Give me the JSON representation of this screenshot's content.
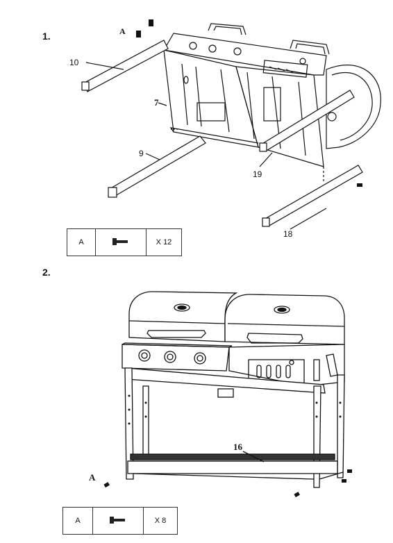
{
  "step1": {
    "number": "1.",
    "parts": {
      "p10": "10",
      "p7": "7",
      "p9": "9",
      "p19": "19",
      "p18": "18",
      "a": "A"
    },
    "hardware": {
      "letter": "A",
      "icon": "bolt-icon",
      "qty": "X 12"
    }
  },
  "step2": {
    "number": "2.",
    "parts": {
      "p16": "16",
      "a": "A"
    },
    "hardware": {
      "letter": "A",
      "icon": "bolt-icon",
      "qty": "X 8"
    }
  }
}
